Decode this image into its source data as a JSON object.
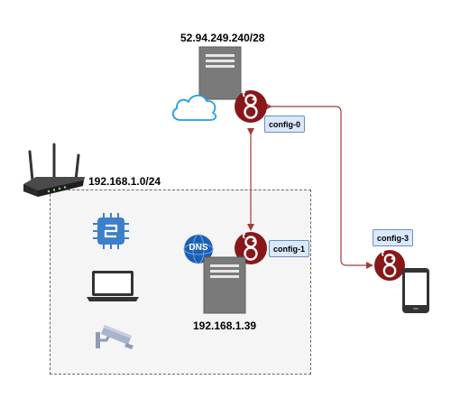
{
  "colors": {
    "wireguard": "#88171a",
    "link": "#a23b3b",
    "tag_fill": "#dae8fc",
    "tag_stroke": "#6c8ebf",
    "server": "#7a7a7a",
    "cloud": "#1ba1e2",
    "chip": "#3c7fcc",
    "dns": "#1a5fb4",
    "lan_fill": "#f5f5f5"
  },
  "nodes": {
    "cloud_server": {
      "label": "52.94.249.240/28",
      "icon": "server-icon"
    },
    "cloud": {
      "icon": "cloud-icon"
    },
    "cloud_wireguard": {
      "icon": "wireguard-icon"
    },
    "router": {
      "label": "192.168.1.0/24",
      "icon": "router-icon"
    },
    "lan_wireguard": {
      "icon": "wireguard-icon"
    },
    "lan_server": {
      "label": "192.168.1.39",
      "icon": "server-icon"
    },
    "dns": {
      "label": "DNS",
      "icon": "dns-icon"
    },
    "chip": {
      "icon": "chip-icon"
    },
    "laptop": {
      "icon": "laptop-icon"
    },
    "camera": {
      "icon": "security-camera-icon"
    },
    "mobile_wireguard": {
      "icon": "wireguard-icon"
    },
    "phone": {
      "icon": "mobile-phone-icon"
    }
  },
  "tags": {
    "config0": "config-0",
    "config1": "config-1",
    "config3": "config-3"
  }
}
